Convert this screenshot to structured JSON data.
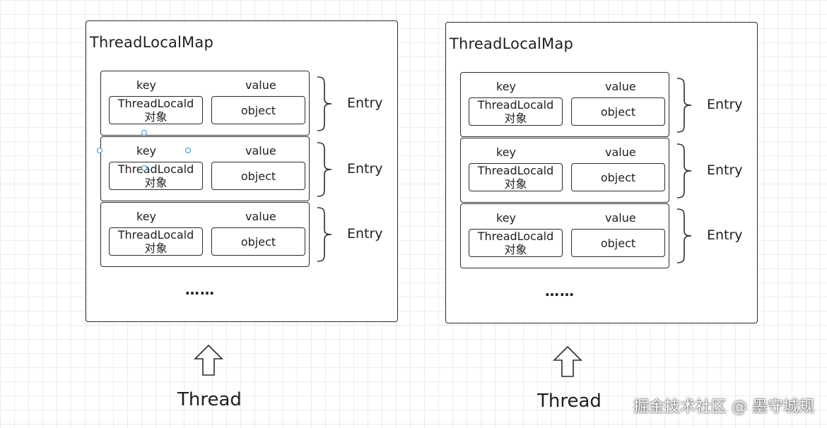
{
  "diagrams": [
    {
      "map_title": "ThreadLocalMap",
      "entries": [
        {
          "key_label": "key",
          "value_label": "value",
          "key_line1": "ThreadLocald",
          "key_line2": "对象",
          "value_text": "object",
          "entry_label": "Entry"
        },
        {
          "key_label": "key",
          "value_label": "value",
          "key_line1": "ThreadLocald",
          "key_line2": "对象",
          "value_text": "object",
          "entry_label": "Entry"
        },
        {
          "key_label": "key",
          "value_label": "value",
          "key_line1": "ThreadLocald",
          "key_line2": "对象",
          "value_text": "object",
          "entry_label": "Entry"
        }
      ],
      "ellipsis": "……",
      "thread_label": "Thread"
    },
    {
      "map_title": "ThreadLocalMap",
      "entries": [
        {
          "key_label": "key",
          "value_label": "value",
          "key_line1": "ThreadLocald",
          "key_line2": "对象",
          "value_text": "object",
          "entry_label": "Entry"
        },
        {
          "key_label": "key",
          "value_label": "value",
          "key_line1": "ThreadLocald",
          "key_line2": "对象",
          "value_text": "object",
          "entry_label": "Entry"
        },
        {
          "key_label": "key",
          "value_label": "value",
          "key_line1": "ThreadLocald",
          "key_line2": "对象",
          "value_text": "object",
          "entry_label": "Entry"
        }
      ],
      "ellipsis": "……",
      "thread_label": "Thread"
    }
  ],
  "watermark": "掘金技术社区 @ 墨守城规"
}
